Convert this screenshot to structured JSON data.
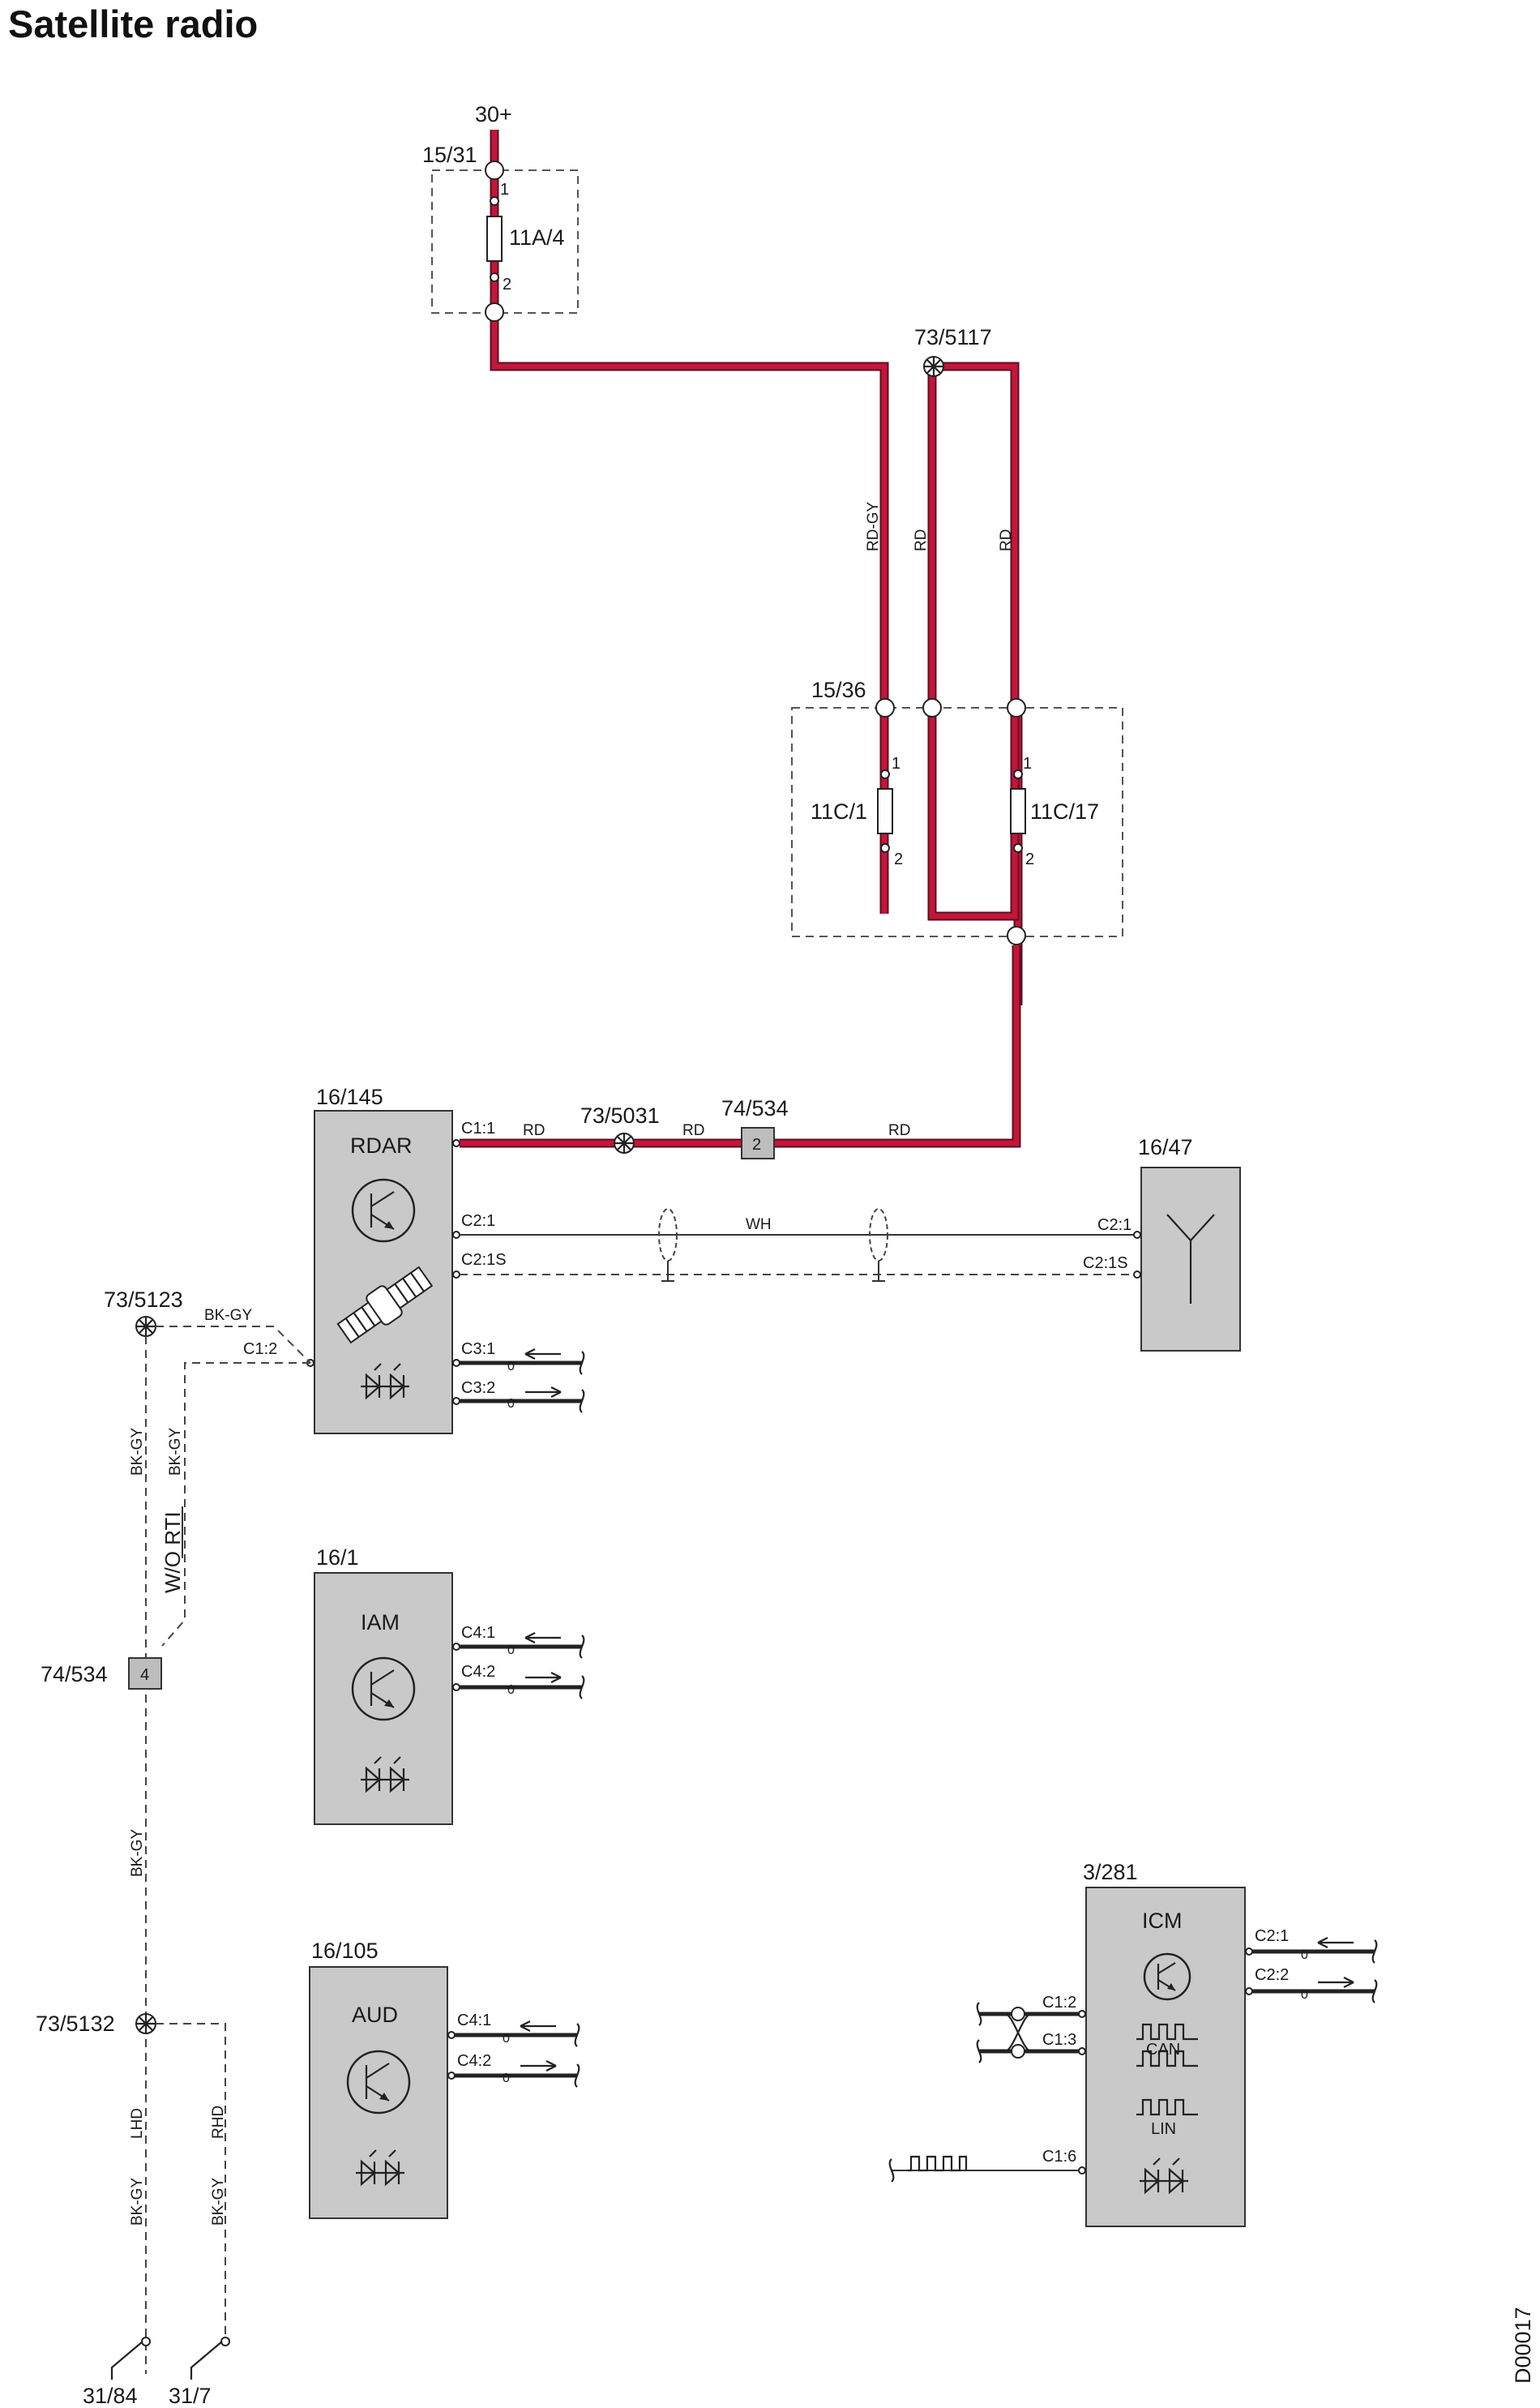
{
  "title": "Satellite radio",
  "drawing_code": "D00017",
  "power": {
    "label": "30+"
  },
  "fuse_boxes": [
    {
      "ref": "15/31",
      "fuses": [
        {
          "label": "11A/4",
          "pin_in": "1",
          "pin_out": "2"
        }
      ]
    },
    {
      "ref": "15/36",
      "fuses": [
        {
          "label": "11C/1",
          "pin_in": "1",
          "pin_out": "2"
        },
        {
          "label": "11C/17",
          "pin_in": "1",
          "pin_out": "2"
        }
      ]
    }
  ],
  "splices": {
    "s5117": "73/5117",
    "s5031": "73/5031",
    "s5123": "73/5123",
    "s5132": "73/5132"
  },
  "connectors": {
    "c534_top": {
      "ref": "74/534",
      "pin": "2"
    },
    "c534_left": {
      "ref": "74/534",
      "pin": "4"
    }
  },
  "wire_colors": {
    "rd_gy": "RD-GY",
    "rd": "RD",
    "wh": "WH",
    "bk_gy": "BK-GY"
  },
  "notes": {
    "wo_rti": "W/O RTI",
    "lhd": "LHD",
    "rhd": "RHD"
  },
  "grounds": {
    "g1": "31/84",
    "g2": "31/7"
  },
  "modules": {
    "rdar": {
      "ref": "16/145",
      "name": "RDAR",
      "pins": [
        "C1:1",
        "C2:1",
        "C2:1S",
        "C1:2",
        "C3:1",
        "C3:2"
      ]
    },
    "antenna": {
      "ref": "16/47",
      "pins": [
        "C2:1",
        "C2:1S"
      ]
    },
    "iam": {
      "ref": "16/1",
      "name": "IAM",
      "pins": [
        "C4:1",
        "C4:2"
      ]
    },
    "aud": {
      "ref": "16/105",
      "name": "AUD",
      "pins": [
        "C4:1",
        "C4:2"
      ]
    },
    "icm": {
      "ref": "3/281",
      "name": "ICM",
      "pins": [
        "C2:1",
        "C2:2",
        "C1:2",
        "C1:3",
        "C1:6"
      ],
      "bus_can": "CAN",
      "bus_lin": "LIN"
    }
  },
  "colors": {
    "power_wire": "#c5153a",
    "module_fill": "#c9c9c9"
  }
}
